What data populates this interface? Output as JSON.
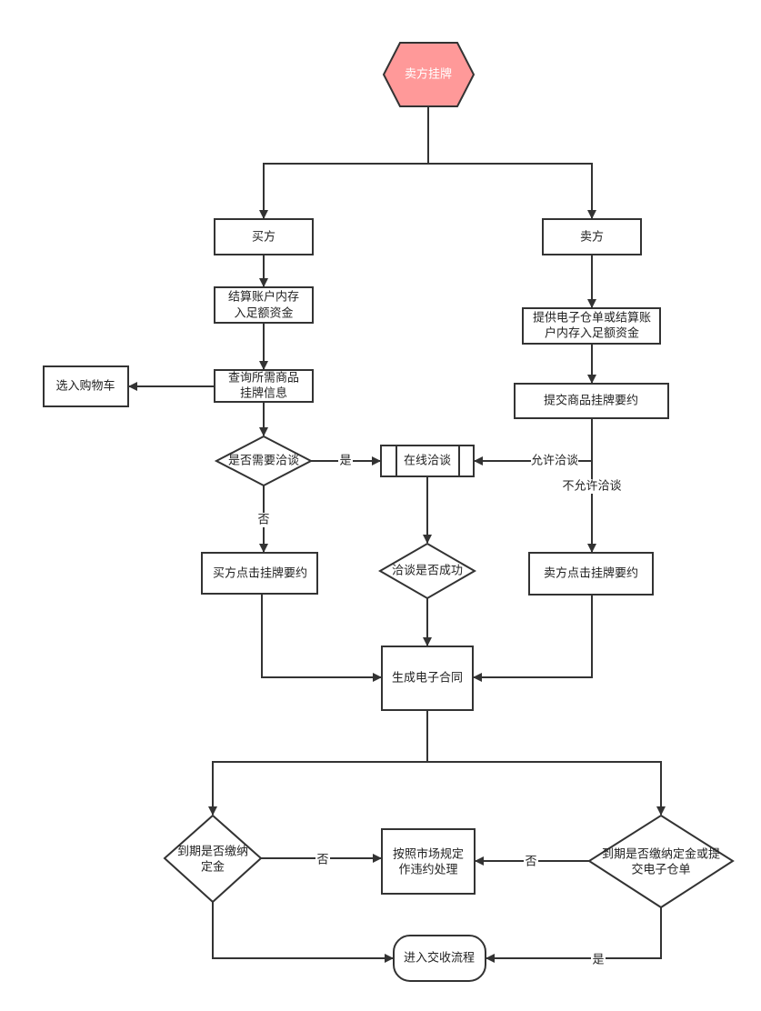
{
  "colors": {
    "start_fill": "#ff9999",
    "stroke": "#333333"
  },
  "nodes": {
    "start": "卖方挂牌",
    "buyer": "买方",
    "seller": "卖方",
    "buyer_fund_1": "结算账户内存",
    "buyer_fund_2": "入足额资金",
    "seller_provide_1": "提供电子仓单或结算账",
    "seller_provide_2": "户内存入足额资金",
    "query_1": "查询所需商品",
    "query_2": "挂牌信息",
    "cart": "选入购物车",
    "submit": "提交商品挂牌要约",
    "need_negotiate": "是否需要洽谈",
    "online_negotiate": "在线洽谈",
    "negotiate_success": "洽谈是否成功",
    "buyer_click": "买方点击挂牌要约",
    "seller_click": "卖方点击挂牌要约",
    "contract": "生成电子合同",
    "deposit_check_1": "到期是否缴纳",
    "deposit_check_2": "定金",
    "violation_1": "按照市场规定",
    "violation_2": "作违约处理",
    "seller_check_1": "到期是否缴纳定金或提",
    "seller_check_2": "交电子仓单",
    "delivery": "进入交收流程"
  },
  "edges": {
    "yes": "是",
    "no": "否",
    "allow": "允许洽谈",
    "disallow": "不允许洽谈"
  }
}
